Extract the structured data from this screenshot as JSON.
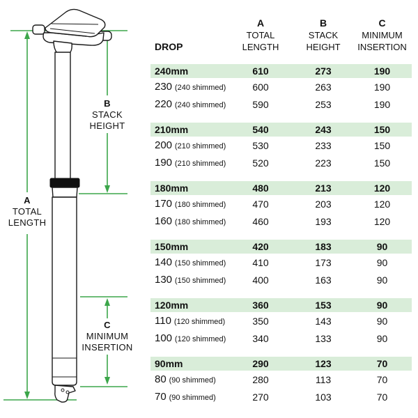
{
  "colors": {
    "accent": "#3CA64A",
    "band": "#D9EDD9"
  },
  "diagram": {
    "illustration": "dropper-seatpost-side-view",
    "dim_a": {
      "letter": "A",
      "line1": "TOTAL",
      "line2": "LENGTH"
    },
    "dim_b": {
      "letter": "B",
      "line1": "STACK",
      "line2": "HEIGHT"
    },
    "dim_c": {
      "letter": "C",
      "line1": "MINIMUM",
      "line2": "INSERTION"
    }
  },
  "table": {
    "header": {
      "drop": "DROP",
      "col_a": {
        "letter": "A",
        "line1": "TOTAL",
        "line2": "LENGTH"
      },
      "col_b": {
        "letter": "B",
        "line1": "STACK",
        "line2": "HEIGHT"
      },
      "col_c": {
        "letter": "C",
        "line1": "MINIMUM",
        "line2": "INSERTION"
      }
    },
    "groups": [
      {
        "header": {
          "drop": "240mm",
          "a": "610",
          "b": "273",
          "c": "190"
        },
        "rows": [
          {
            "drop": "230",
            "note": "(240 shimmed)",
            "a": "600",
            "b": "263",
            "c": "190"
          },
          {
            "drop": "220",
            "note": "(240 shimmed)",
            "a": "590",
            "b": "253",
            "c": "190"
          }
        ]
      },
      {
        "header": {
          "drop": "210mm",
          "a": "540",
          "b": "243",
          "c": "150"
        },
        "rows": [
          {
            "drop": "200",
            "note": "(210 shimmed)",
            "a": "530",
            "b": "233",
            "c": "150"
          },
          {
            "drop": "190",
            "note": "(210 shimmed)",
            "a": "520",
            "b": "223",
            "c": "150"
          }
        ]
      },
      {
        "header": {
          "drop": "180mm",
          "a": "480",
          "b": "213",
          "c": "120"
        },
        "rows": [
          {
            "drop": "170",
            "note": "(180 shimmed)",
            "a": "470",
            "b": "203",
            "c": "120"
          },
          {
            "drop": "160",
            "note": "(180 shimmed)",
            "a": "460",
            "b": "193",
            "c": "120"
          }
        ]
      },
      {
        "header": {
          "drop": "150mm",
          "a": "420",
          "b": "183",
          "c": "90"
        },
        "rows": [
          {
            "drop": "140",
            "note": "(150 shimmed)",
            "a": "410",
            "b": "173",
            "c": "90"
          },
          {
            "drop": "130",
            "note": "(150 shimmed)",
            "a": "400",
            "b": "163",
            "c": "90"
          }
        ]
      },
      {
        "header": {
          "drop": "120mm",
          "a": "360",
          "b": "153",
          "c": "90"
        },
        "rows": [
          {
            "drop": "110",
            "note": "(120 shimmed)",
            "a": "350",
            "b": "143",
            "c": "90"
          },
          {
            "drop": "100",
            "note": "(120 shimmed)",
            "a": "340",
            "b": "133",
            "c": "90"
          }
        ]
      },
      {
        "header": {
          "drop": "90mm",
          "a": "290",
          "b": "123",
          "c": "70"
        },
        "rows": [
          {
            "drop": "80",
            "note": "(90 shimmed)",
            "a": "280",
            "b": "113",
            "c": "70"
          },
          {
            "drop": "70",
            "note": "(90 shimmed)",
            "a": "270",
            "b": "103",
            "c": "70"
          }
        ]
      }
    ]
  }
}
